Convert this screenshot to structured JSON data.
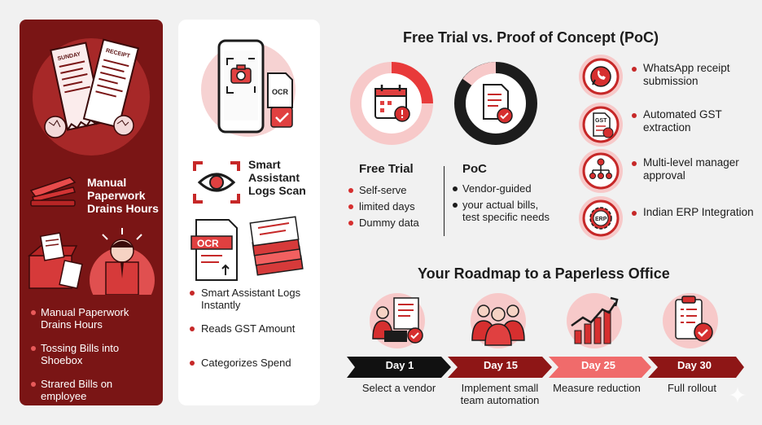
{
  "left_panel": {
    "title": "Manual Paperwork Drains Hours",
    "receipt_labels": [
      "SUNDAY",
      "RECEIPT"
    ],
    "items": [
      "Manual Paperwork Drains Hours",
      "Tossing Bills into Shoebox",
      "Strared Bills on employee"
    ]
  },
  "mid_panel": {
    "title": "Smart Assistant Logs Scan",
    "ocr_tag": "OCR",
    "ocr_badge": "OCR",
    "items": [
      "Smart Assistant Logs Instantly",
      "Reads GST Amount",
      "Categorizes Spend"
    ]
  },
  "comparison": {
    "title": "Free Trial vs. Proof of Concept (PoC)",
    "free_trial": {
      "label": "Free Trial",
      "items": [
        "Self-serve",
        "limited days",
        "Dummy data"
      ]
    },
    "poc": {
      "label": "PoC",
      "items": [
        "Vendor-guided",
        "your actual bills, test specific needs"
      ]
    }
  },
  "features": [
    {
      "label": "WhatsApp receipt submission",
      "icon": "whatsapp-icon"
    },
    {
      "label": "Automated GST extraction",
      "icon": "gst-document-icon",
      "badge": "GST"
    },
    {
      "label": "Multi-level manager approval",
      "icon": "org-chart-icon"
    },
    {
      "label": "Indian ERP Integration",
      "icon": "erp-gear-icon",
      "badge": "ERP"
    }
  ],
  "roadmap": {
    "title": "Your Roadmap to a Paperless Office",
    "steps": [
      {
        "day": "Day 1",
        "desc": "Select a vendor"
      },
      {
        "day": "Day 15",
        "desc": "Implement small team automation"
      },
      {
        "day": "Day 25",
        "desc": "Measure reduction"
      },
      {
        "day": "Day 30",
        "desc": "Full rollout"
      }
    ]
  },
  "colors": {
    "dark_red": "#7a1515",
    "accent_red": "#d62f2f",
    "pink": "#f7c9c9",
    "timeline_black": "#111111",
    "timeline_maroon": "#8e1616",
    "timeline_coral": "#f06b6b",
    "timeline_red": "#8e1616"
  }
}
